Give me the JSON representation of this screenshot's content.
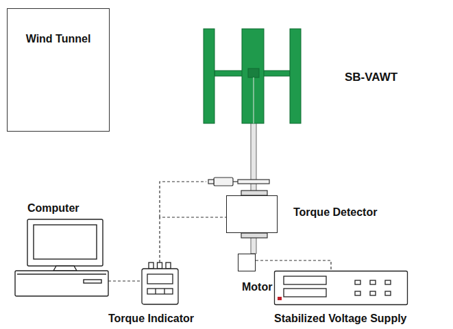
{
  "diagram": {
    "nodes": [
      {
        "text": [
          "Wind Tunnel"
        ]
      },
      {
        "text": [
          "Torque Detector"
        ]
      },
      {
        "text": [
          "Motor"
        ]
      },
      {
        "text": [
          "Computer"
        ]
      },
      {
        "text": [
          "Torque Indicator"
        ]
      },
      {
        "text": [
          "Stabilized Voltage Supply"
        ]
      }
    ],
    "edges": [
      {
        "from": 3,
        "to": 4,
        "arrow": "none"
      },
      {
        "from": 4,
        "to": 1,
        "arrow": "none"
      },
      {
        "from": 2,
        "to": 5,
        "arrow": "none"
      }
    ],
    "labels": [
      "SB-VAWT"
    ]
  }
}
